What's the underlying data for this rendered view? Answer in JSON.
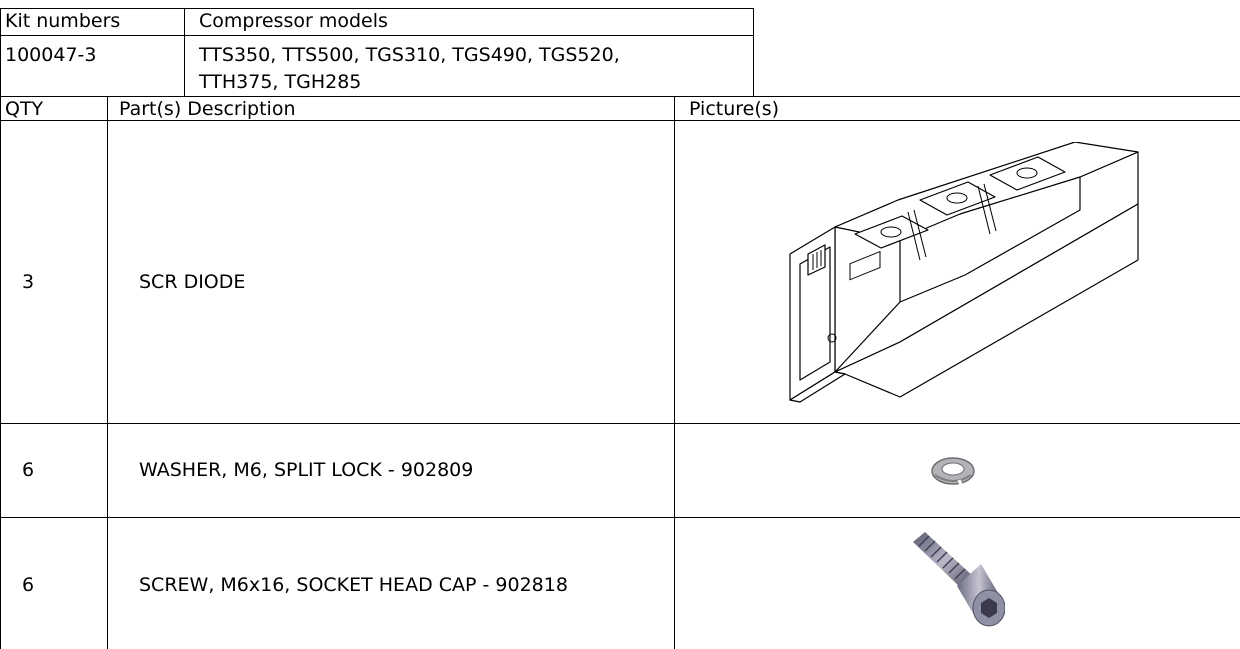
{
  "kit_table": {
    "headers": [
      "Kit numbers",
      "Compressor models"
    ],
    "kit_number": "100047-3",
    "models_line1": "TTS350, TTS500, TGS310, TGS490, TGS520,",
    "models_line2": "TTH375, TGH285"
  },
  "parts_table": {
    "headers": [
      "QTY",
      "Part(s) Description",
      "Picture(s)"
    ],
    "rows": [
      {
        "qty": "3",
        "description": "SCR DIODE",
        "picture": "scr-diode-drawing"
      },
      {
        "qty": "6",
        "description": "WASHER, M6, SPLIT LOCK - 902809",
        "picture": "split-lock-washer-image"
      },
      {
        "qty": "6",
        "description": "SCREW, M6x16, SOCKET HEAD CAP - 902818",
        "picture": "socket-head-cap-screw-image"
      }
    ]
  },
  "colors": {
    "border": "#000000",
    "washer": "#a8a8ac",
    "screw": "#8a8aa0"
  }
}
